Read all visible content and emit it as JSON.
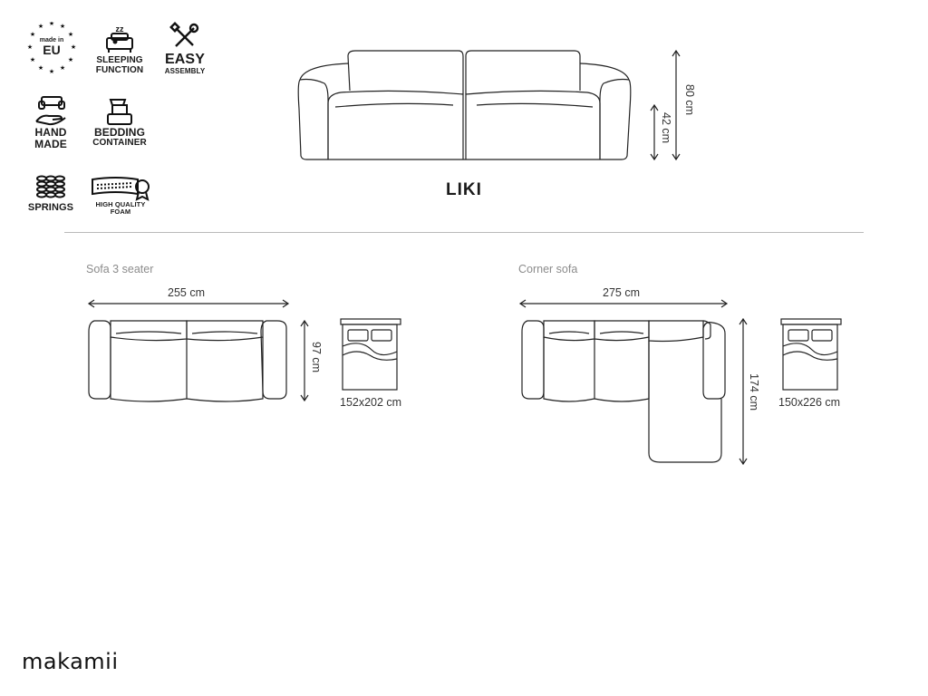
{
  "features": {
    "made_in_eu": {
      "line1": "made in",
      "line2": "EU"
    },
    "sleeping": {
      "line1": "SLEEPING",
      "line2": "FUNCTION"
    },
    "easy": {
      "line1": "EASY",
      "line2": "ASSEMBLY"
    },
    "hand_made": {
      "line1": "HAND",
      "line2": "MADE"
    },
    "bedding": {
      "line1": "BEDDING",
      "line2": "CONTAINER"
    },
    "springs": {
      "line1": "SPRINGS"
    },
    "foam": {
      "line1": "HIGH QUALITY",
      "line2": "FOAM"
    }
  },
  "front_view": {
    "title": "LIKI",
    "height_total": "80 cm",
    "height_seat": "42 cm"
  },
  "sofa3": {
    "label": "Sofa 3 seater",
    "width": "255 cm",
    "depth": "97 cm",
    "bed": "152x202 cm"
  },
  "corner": {
    "label": "Corner sofa",
    "width": "275 cm",
    "depth": "174 cm",
    "bed": "150x226 cm"
  },
  "brand": {
    "logo": "makamii"
  },
  "colors": {
    "line": "#222222",
    "divider": "#b9b9b9",
    "section_label": "#8c8c8c"
  }
}
